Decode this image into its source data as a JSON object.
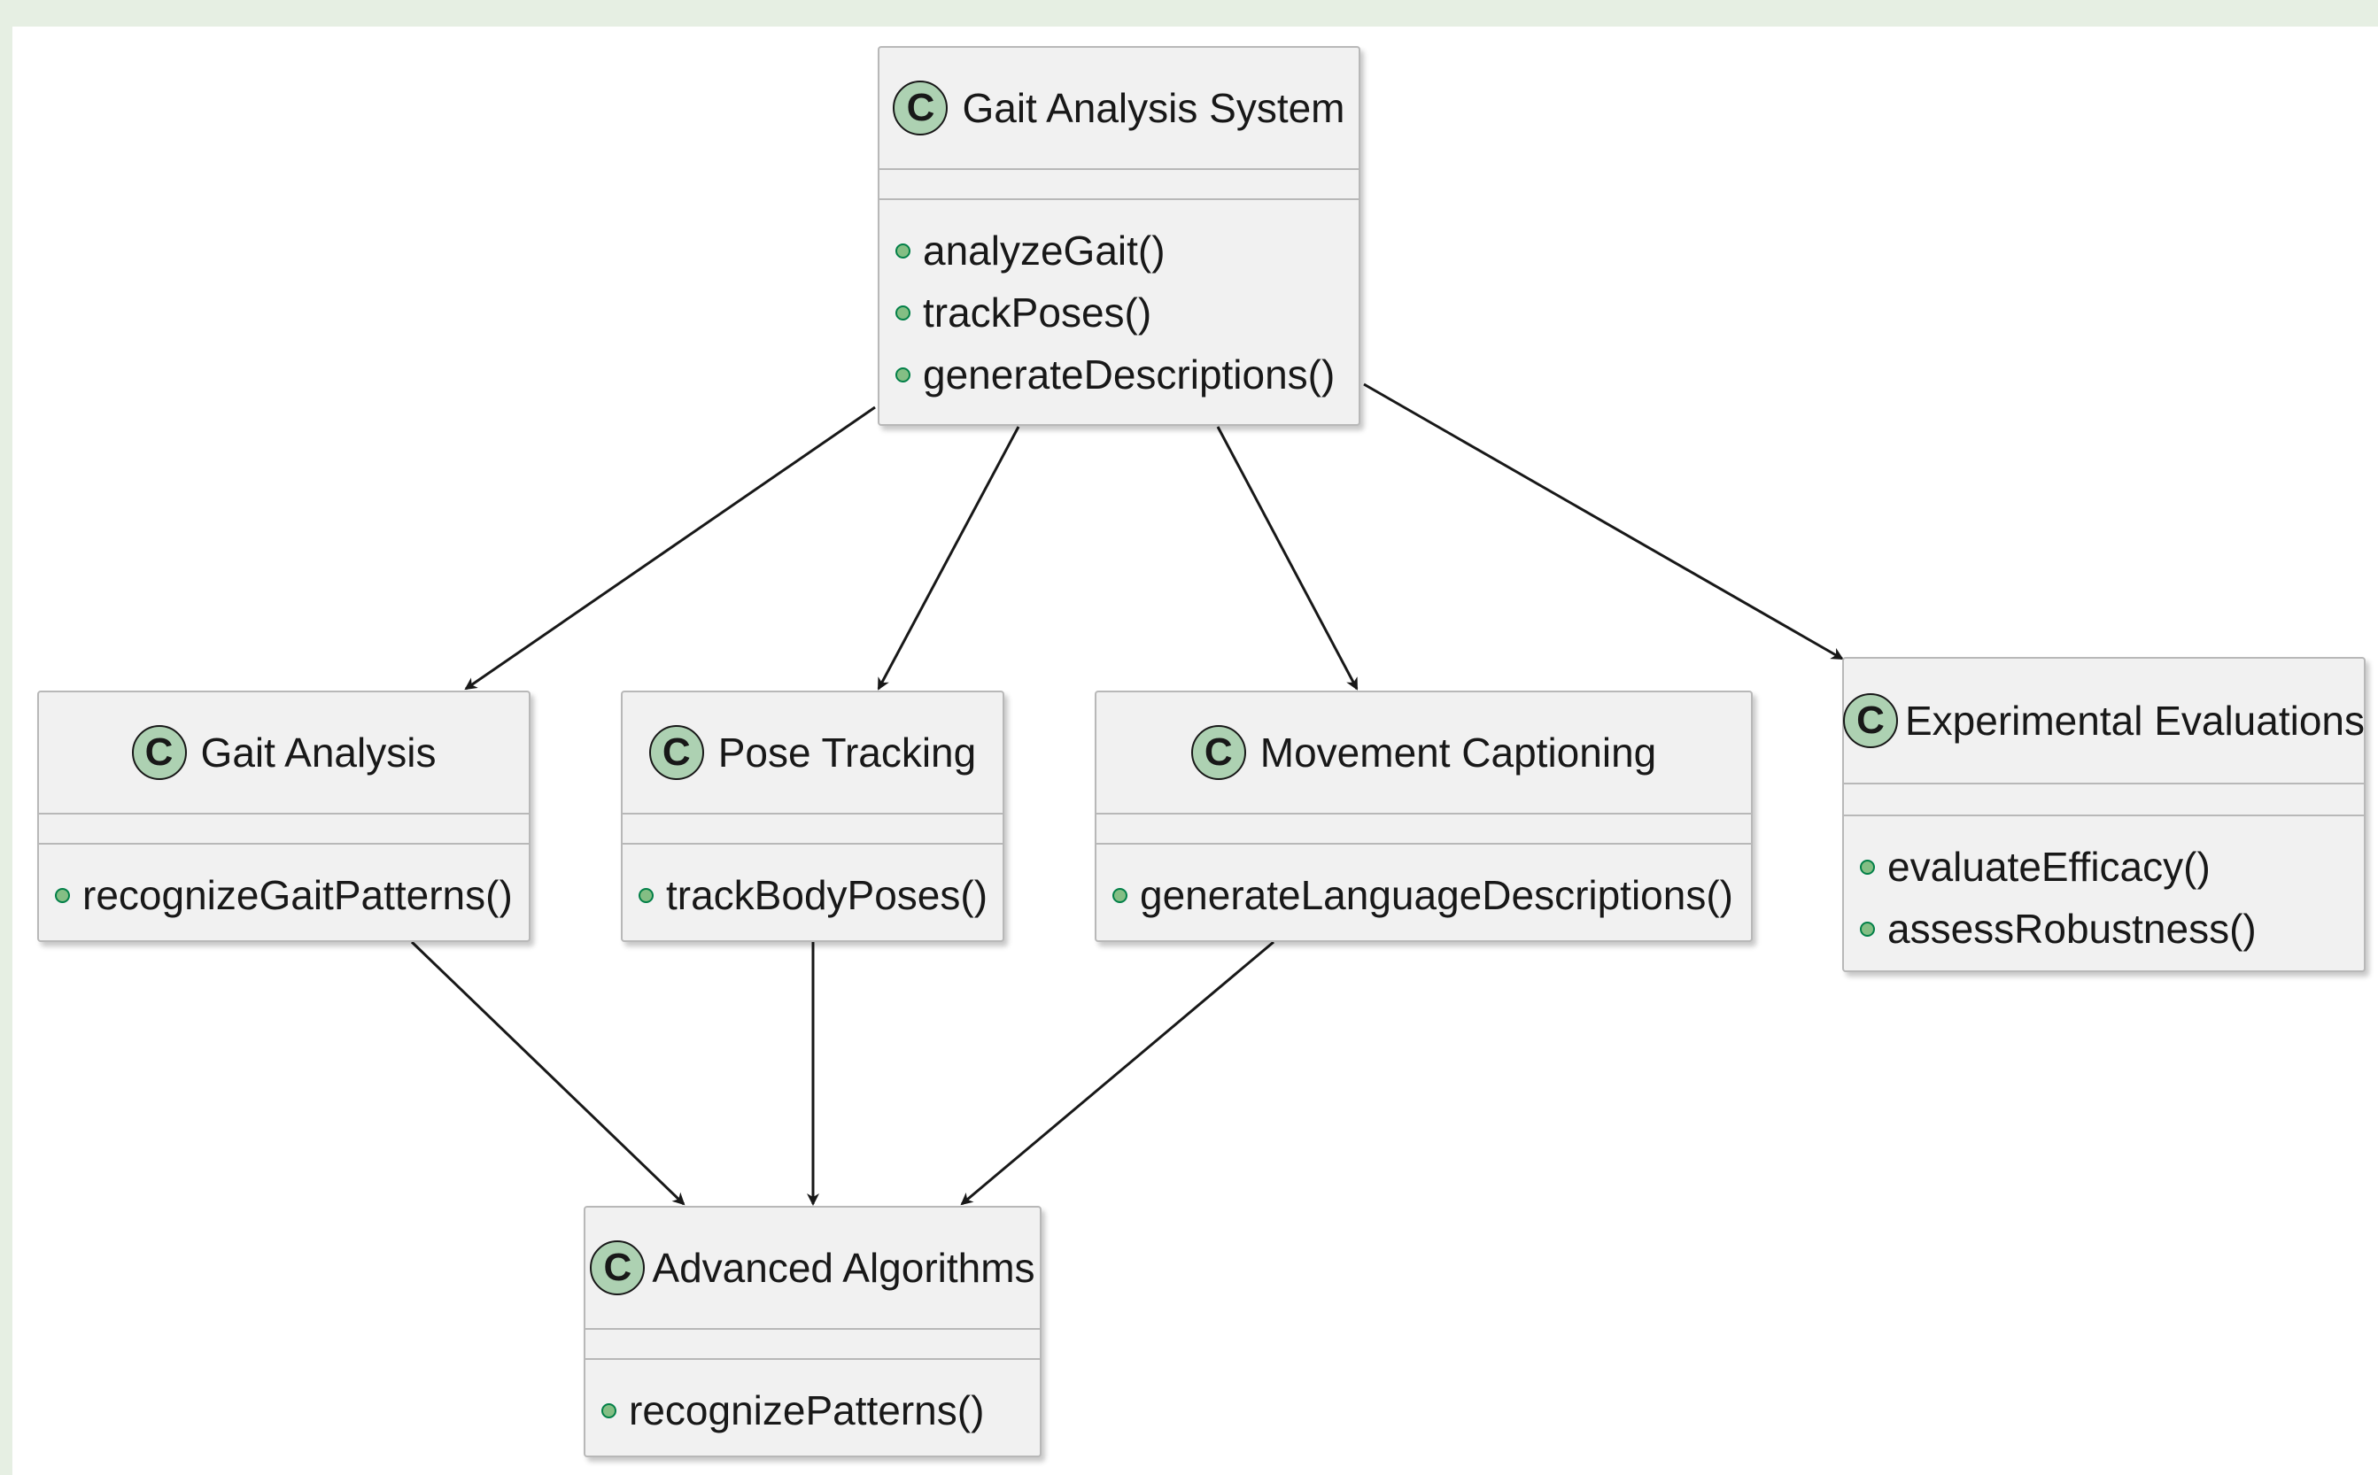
{
  "diagram": {
    "type": "uml-class-diagram",
    "classes": {
      "gait_analysis_system": {
        "stereotype_icon": "C",
        "name": "Gait Analysis System",
        "methods": [
          "analyzeGait()",
          "trackPoses()",
          "generateDescriptions()"
        ]
      },
      "gait_analysis": {
        "stereotype_icon": "C",
        "name": "Gait Analysis",
        "methods": [
          "recognizeGaitPatterns()"
        ]
      },
      "pose_tracking": {
        "stereotype_icon": "C",
        "name": "Pose Tracking",
        "methods": [
          "trackBodyPoses()"
        ]
      },
      "movement_captioning": {
        "stereotype_icon": "C",
        "name": "Movement Captioning",
        "methods": [
          "generateLanguageDescriptions()"
        ]
      },
      "experimental_evaluations": {
        "stereotype_icon": "C",
        "name": "Experimental Evaluations",
        "methods": [
          "evaluateEfficacy()",
          "assessRobustness()"
        ]
      },
      "advanced_algorithms": {
        "stereotype_icon": "C",
        "name": "Advanced Algorithms",
        "methods": [
          "recognizePatterns()"
        ]
      }
    },
    "relations": [
      {
        "from": "gait_analysis_system",
        "to": "gait_analysis",
        "type": "association-arrow"
      },
      {
        "from": "gait_analysis_system",
        "to": "pose_tracking",
        "type": "association-arrow"
      },
      {
        "from": "gait_analysis_system",
        "to": "movement_captioning",
        "type": "association-arrow"
      },
      {
        "from": "gait_analysis_system",
        "to": "experimental_evaluations",
        "type": "association-arrow"
      },
      {
        "from": "gait_analysis",
        "to": "advanced_algorithms",
        "type": "association-arrow"
      },
      {
        "from": "pose_tracking",
        "to": "advanced_algorithms",
        "type": "association-arrow"
      },
      {
        "from": "movement_captioning",
        "to": "advanced_algorithms",
        "type": "association-arrow"
      }
    ],
    "colors": {
      "class_fill": "#f1f1f1",
      "class_border": "#b8b8b8",
      "class_icon_fill": "#add1b2",
      "method_dot_fill": "#84be84",
      "method_dot_border": "#038048",
      "edge_color": "#181818",
      "frame_background": "#e6efe3"
    }
  }
}
